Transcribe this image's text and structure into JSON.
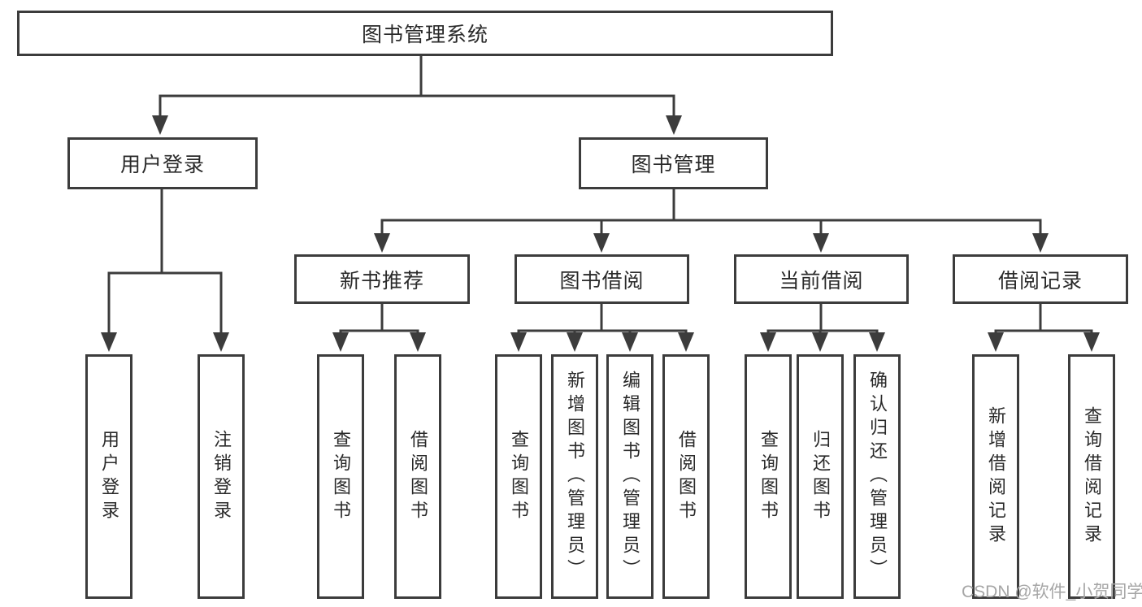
{
  "title_node": "图书管理系统",
  "nodes": {
    "user_login": "用户登录",
    "book_management": "图书管理",
    "new_books": "新书推荐",
    "book_borrow": "图书借阅",
    "current_borrow": "当前借阅",
    "borrow_records": "借阅记录"
  },
  "leaves": {
    "user_login": [
      "用户登录",
      "注销登录"
    ],
    "new_books": [
      "查询图书",
      "借阅图书"
    ],
    "book_borrow": [
      "查询图书",
      "新增图书（管理员）",
      "编辑图书（管理员）",
      "借阅图书"
    ],
    "current_borrow": [
      "查询图书",
      "归还图书",
      "确认归还（管理员）"
    ],
    "borrow_records": [
      "新增借阅记录",
      "查询借阅记录"
    ]
  },
  "watermark": "CSDN @软件_小贺同学",
  "colors": {
    "line": "#3c3c3c",
    "box_border": "#3c3c3c",
    "text": "#2a2a2a",
    "watermark": "#a6a6a6",
    "background": "#ffffff"
  }
}
